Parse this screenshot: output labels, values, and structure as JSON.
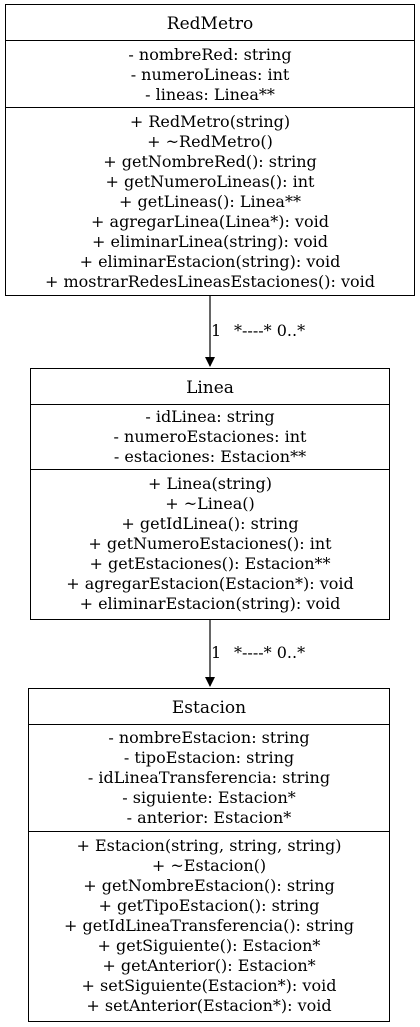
{
  "classes": [
    {
      "name": "RedMetro",
      "attributes": [
        "- nombreRed: string",
        "- numeroLineas: int",
        "- lineas: Linea**"
      ],
      "methods": [
        "+ RedMetro(string)",
        "+ ~RedMetro()",
        "+ getNombreRed(): string",
        "+ getNumeroLineas(): int",
        "+ getLineas(): Linea**",
        "+ agregarLinea(Linea*): void",
        "+ eliminarLinea(string): void",
        "+ eliminarEstacion(string): void",
        "+ mostrarRedesLineasEstaciones(): void"
      ]
    },
    {
      "name": "Linea",
      "attributes": [
        "- idLinea: string",
        "- numeroEstaciones: int",
        "- estaciones: Estacion**"
      ],
      "methods": [
        "+ Linea(string)",
        "+ ~Linea()",
        "+ getIdLinea(): string",
        "+ getNumeroEstaciones(): int",
        "+ getEstaciones(): Estacion**",
        "+ agregarEstacion(Estacion*): void",
        "+ eliminarEstacion(string): void"
      ]
    },
    {
      "name": "Estacion",
      "attributes": [
        "- nombreEstacion: string",
        "- tipoEstacion: string",
        "- idLineaTransferencia: string",
        "- siguiente: Estacion*",
        "- anterior: Estacion*"
      ],
      "methods": [
        "+ Estacion(string, string, string)",
        "+ ~Estacion()",
        "+ getNombreEstacion(): string",
        "+ getTipoEstacion(): string",
        "+ getIdLineaTransferencia(): string",
        "+ getSiguiente(): Estacion*",
        "+ getAnterior(): Estacion*",
        "+ setSiguiente(Estacion*): void",
        "+ setAnterior(Estacion*): void"
      ]
    }
  ],
  "associations": [
    {
      "from": "RedMetro",
      "to": "Linea",
      "source_multiplicity": "1",
      "label": "*----* 0..*"
    },
    {
      "from": "Linea",
      "to": "Estacion",
      "source_multiplicity": "1",
      "label": "*----* 0..*"
    }
  ]
}
